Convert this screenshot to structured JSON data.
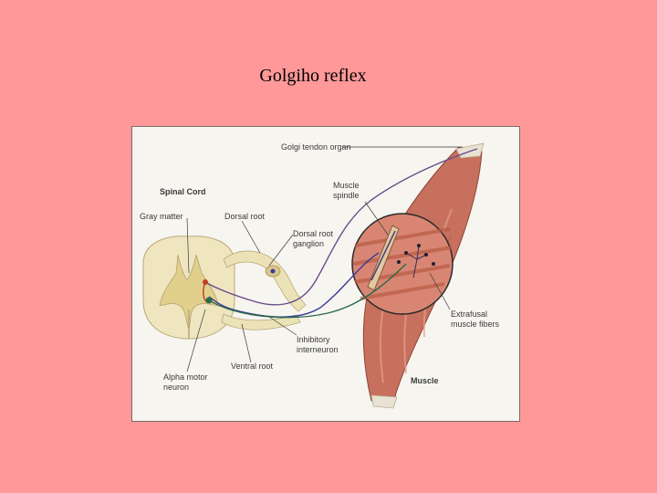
{
  "slide": {
    "title": "Golgiho reflex"
  },
  "diagram": {
    "labels": {
      "golgi_tendon_organ": "Golgi tendon organ",
      "spinal_cord": "Spinal Cord",
      "muscle_spindle_1": "Muscle",
      "muscle_spindle_2": "spindle",
      "gray_matter": "Gray matter",
      "dorsal_root": "Dorsal root",
      "dorsal_root_ganglion_1": "Dorsal root",
      "dorsal_root_ganglion_2": "ganglion",
      "extrafusal_1": "Extrafusal",
      "extrafusal_2": "muscle fibers",
      "inhibitory_1": "Inhibitory",
      "inhibitory_2": "interneuron",
      "ventral_root": "Ventral root",
      "alpha_motor_1": "Alpha motor",
      "alpha_motor_2": "neuron",
      "muscle": "Muscle"
    },
    "colors": {
      "background": "#ff9999",
      "muscle": "#c8705e",
      "spinal_cord": "#efe6c0",
      "nerve": "#6a4d8a"
    }
  }
}
